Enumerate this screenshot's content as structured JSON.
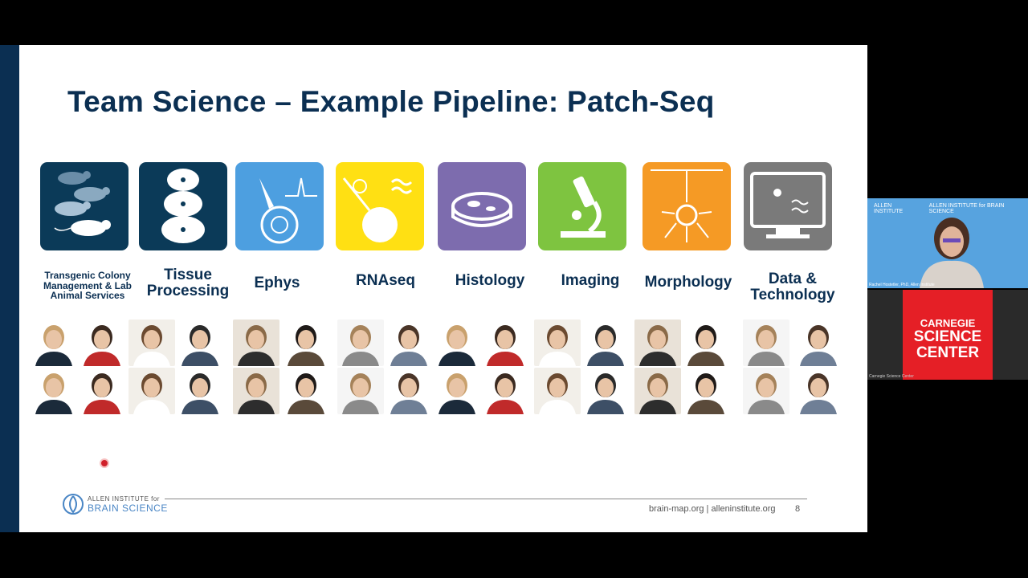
{
  "slide": {
    "title": "Team Science – Example Pipeline: Patch-Seq",
    "stages": [
      {
        "label": "Transgenic Colony Management & Lab Animal Services",
        "color": "#0b3a58",
        "icon": "mice-icon"
      },
      {
        "label": "Tissue Processing",
        "color": "#0b3a58",
        "icon": "brain-sections-icon"
      },
      {
        "label": "Ephys",
        "color": "#4d9fe0",
        "icon": "pipette-cell-icon"
      },
      {
        "label": "RNAseq",
        "color": "#ffe013",
        "icon": "rna-cell-icon"
      },
      {
        "label": "Histology",
        "color": "#7d6cae",
        "icon": "petri-dish-icon"
      },
      {
        "label": "Imaging",
        "color": "#7ec440",
        "icon": "microscope-icon"
      },
      {
        "label": "Morphology",
        "color": "#f59a25",
        "icon": "neuron-icon"
      },
      {
        "label": "Data & Technology",
        "color": "#7a7a7a",
        "icon": "monitor-icon"
      }
    ],
    "footer": {
      "logo_line1": "ALLEN INSTITUTE for",
      "logo_line2": "BRAIN SCIENCE",
      "url": "brain-map.org | alleninstitute.org",
      "page": "8"
    }
  },
  "video_panel": {
    "header_left": "ALLEN INSTITUTE",
    "header_right": "ALLEN INSTITUTE for BRAIN SCIENCE",
    "caption": "Rachel Hostetler, PhD, Allen Institute"
  },
  "sponsor_panel": {
    "line1": "CARNEGIE",
    "line2": "SCIENCE",
    "line3": "CENTER",
    "caption": "Carnegie Science Center",
    "color": "#e51f26"
  }
}
